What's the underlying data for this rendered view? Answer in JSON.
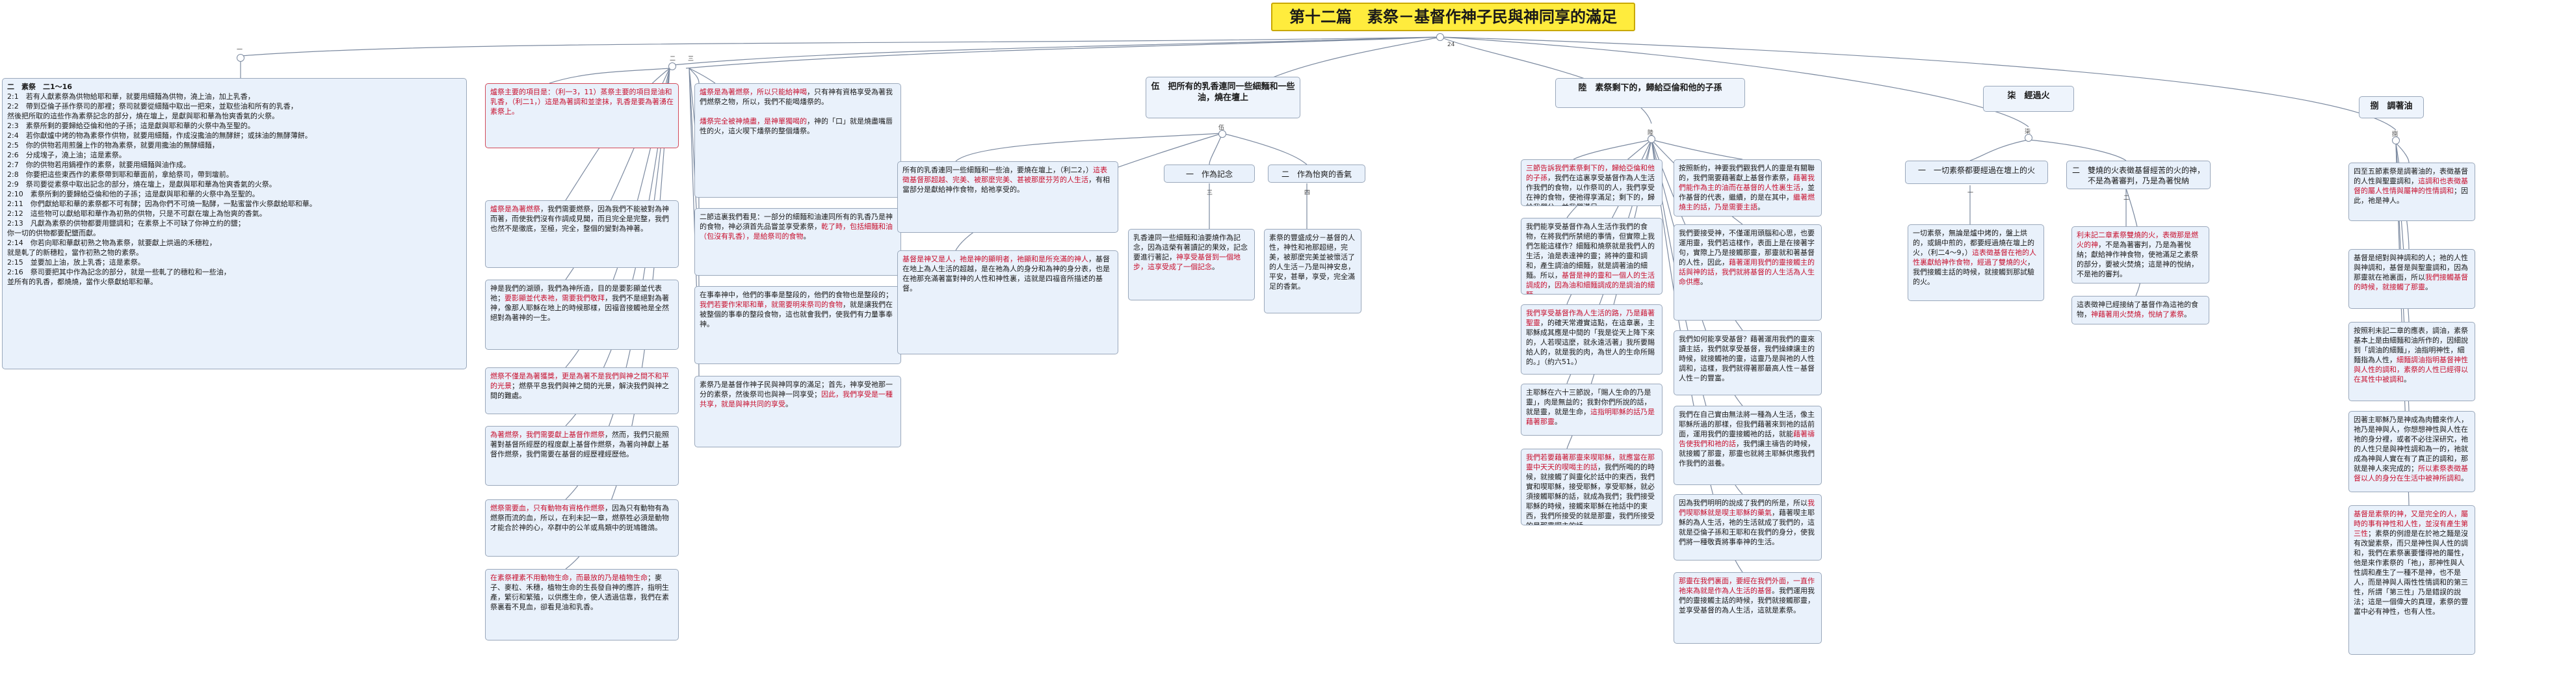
{
  "root": {
    "title": "第十二篇　素祭－基督作神子民與神同享的滿足（二）"
  },
  "badge": "24",
  "b1": {
    "label": "一",
    "lines": [
      "二　素祭　二1～16",
      "2:1　若有人獻素祭為供物給耶和華，就要用細麵為供物，澆上油，加上乳香，",
      "2:2　帶到亞倫子孫作祭司的那裡；祭司就要從細麵中取出一把來，並取些油和所有的乳香，",
      "然後把所取的這些作為素祭記念的部分，燒在壇上，是獻與耶和華為怡爽香氣的火祭。",
      "2:3　素祭所剩的要歸給亞倫和他的子孫；這是獻與耶和華的火祭中為至聖的。",
      "2:4　若你獻爐中烤的物為素祭作供物，就要用細麵，作成沒攙油的無酵餅；或抹油的無酵薄餅。",
      "2:5　你的供物若用煎盤上作的物為素祭，就要用攙油的無酵細麵，",
      "2:6　分成塊子，澆上油；這是素祭。",
      "2:7　你的供物若用鍋裡作的素祭，就要用細麵與油作成。",
      "2:8　你要把這些東西作的素祭帶到耶和華面前，拿給祭司，帶到壇前。",
      "2:9　祭司要從素祭中取出記念的部分，燒在壇上，是獻與耶和華為怡爽香氣的火祭。",
      "2:10　素祭所剩的要歸給亞倫和他的子孫；這是獻與耶和華的火祭中為至聖的。",
      "2:11　你們獻給耶和華的素祭都不可有酵；因為你們不可燒一點酵，一點蜜當作火祭獻給耶和華。",
      "2:12　這些物可以獻給耶和華作為初熟的供物，只是不可獻在壇上為怡爽的香氣。",
      "2:13　凡獻為素祭的供物都要用鹽調和；在素祭上不可缺了你神立約的鹽；",
      "你一切的供物都要配鹽而獻。",
      "2:14　你若向耶和華獻初熟之物為素祭，就要獻上烘過的禾穗粒，",
      "就是軋了的新穗粒，當作初熟之物的素祭。",
      "2:15　並要加上油，放上乳香；這是素祭。",
      "2:16　祭司要把其中作為記念的部分，就是一些軋了的穗粒和一些油，",
      "並所有的乳香，都燒燒，當作火祭獻給耶和華。"
    ]
  },
  "b2": {
    "label": "二",
    "n1": {
      "pre": "",
      "red": "爐祭主要的項目是：（利一3，11）蒸祭主要的項目是油和乳香，（利二1，）這是為著調和並塗抹，乳香是要為著湧在素祭上。",
      "post": ""
    },
    "n2": {
      "pre": "",
      "red": "爐祭是為著燃祭",
      "post": "，我們需要燃祭，因為我們不能被對為神而著，而使我們沒有作調成見聞，而且完全是完整，我們也然不是徹底，至極，完全，整個的變對為神著。"
    },
    "n3": {
      "pre": "神是我們的湖頭，我們為神所造，目的是要影顯並代表祂；",
      "red": "要影顯並代表祂，需要我們敬拜",
      "post": "，我們不是絕對為著神，像那人耶穌在地上的時候那樣，因福音接觸祂是全然絕對為著神的一生。"
    },
    "n4": {
      "pre": "",
      "red": "燃祭不僅是為著獲獎，更是為著不是我們與神之間不和平的光景",
      "post": "；燃祭平息我們與神之間的光景，解決我們與神之間的難處。"
    },
    "n5": {
      "pre": "",
      "red": "為著燃祭，我們需要獻上基督作燃祭",
      "post": "，然而，我們只能照著對基督所經歷的程度獻上基督作燃祭，為著向神獻上基督作燃祭，我們需要在基督的經歷裡經歷他。"
    },
    "n6": {
      "pre": "",
      "red": "燃祭需要血，只有動物有資格作燃祭",
      "post": "，因為只有動物有為燃祭而流的血，所以，在利未記一章，燃祭牲必須是動物才能合於神的心，卒群中的公羊或鳥類中的斑鳩雛鴿。"
    },
    "n7": {
      "pre": "",
      "red": "在素祭裡素不用動物生命，而最放的乃是植物生命",
      "post": "；麥子、麥粒、禾穗，植物生命的生長發自神的應許，指明生產，繁衍和繁殖，以供應生命，使人透過信靠，我們在素祭裏看不見血，卻看見油和乳香。"
    }
  },
  "b3": {
    "label": "三",
    "n1": {
      "pre": "",
      "red": "爐祭是為著燃祭，所以只能給神喝",
      "post": "，只有神有資格享受為著我們燃祭之物，所以，我們不能喝燔祭的。"
    },
    "n2": {
      "pre": "",
      "red": "燔祭完全被神燒盡，是神單獨喝的",
      "post": "，神的「口」就是燒盡嘴唇性的火，這火喫下燔祭的整個燔祭。"
    },
    "n3": {
      "pre": "二節這裏我們看見：一部分的細麵和油連同所有的乳香乃是神的食物，神必須首先品嘗並享受素祭，",
      "red": "乾了時，包括細麵和油（包沒有乳香），是給祭司的食物",
      "post": "。"
    },
    "n4": {
      "pre": "在事奉神中，他們的事奉是整段的，他們的食物也是整段的；",
      "red": "我們若要作宋耶和華，就需要明來祭司的食物",
      "post": "，就是讓我們在被整個的事奉的整段食物，這也就會我們，使我們有力量事奉神。"
    },
    "n5": {
      "pre": "素祭乃是基督作神子民與神同享的滿足；首先，神享受祂那一分的素祭，然後祭司也與神一同享受；",
      "red": "因此，我們享受是一種共享，就是與神共同的享受",
      "post": "。"
    }
  },
  "b4": {
    "label": "伍",
    "topic": "伍　把所有的乳香連同一些細麵和一些油，燒在壇上",
    "n1": {
      "pre": "所有的乳香連同一些細麵和一些油，要燒在壇上，（利二2，）",
      "red": "這表徵基督那超越、完美、被那麼完美、甚被那麼芬芳的人生活",
      "post": "，有相當部分是獻給神作食物，給祂享受的。"
    },
    "n2": {
      "pre": "",
      "red": "基督是神又是人，祂是神的顯明者，祂顯和是所充滿的神人",
      "post": "，基督在地上為人生活的超越，是在祂為人的身分和為神的身分表，也是在祂那充滿著富對神的人性和神性裏，這就是四福音所描述的基督。"
    },
    "sub1": {
      "label": "一　作為記念",
      "badge": "三"
    },
    "sub2": {
      "label": "二　作為怡爽的香氣",
      "badge": "四"
    },
    "n3": {
      "pre": "乳香連同一些細麵和油要燒作為記念，因為這榮有著讀記的果效，記念要進行著記，",
      "red": "神享受基督到一個地步，這享受成了一個記念",
      "post": "。"
    },
    "n4": {
      "pre": "素祭的豐盛成分－基督的人性，神性和祂那超絕，完美，被那麼完美並被懷活了的人生活－乃是叫神安息，平安，甚舉，享受，完全滿足的香氣。"
    }
  },
  "b5": {
    "label": "陸",
    "topic": "陸　素祭剩下的，歸給亞倫和他的子孫",
    "n1": {
      "pre": "",
      "red": "三節告訴我們素祭剩下的，歸給亞倫和他的子孫",
      "post": "，我們在這裏享受基督作為人生活作我們的食物，以作祭司的人，我們享受在神的食物，使祂得享滿足；剩下的，歸給我們分，並我們滿足。"
    },
    "n2": {
      "pre": "我們能享受基督作為人生活作我們的食物，在將我們所禁絕的事情，但實際上我們怎能這樣作？細麵和燒祭就是我們人的生活，油是表達神的靈；將神的靈和調和，產生調油的細麵，就是調著油的細麵。所以，",
      "red": "基督是神的靈和一個人的生活調成的",
      "post": "，",
      "red2": "因為油和細麵調成的是調油的細麵",
      "post2": "。"
    },
    "n3": {
      "pre": "",
      "red": "我們享受基督作為人生活的路，乃是藉著聖靈",
      "post": "，的確天常遵實這點，在這章裏，主耶穌成其應是中間的「我是從天上降下來的，人若喫這麼，就永遠活著」我所要賜給人的，就是我的肉，為世人的生命所賜的。」（約六51。）"
    },
    "n4": {
      "pre": "主耶穌在六十三節說，「賜人生命的乃是靈」，肉是無益的；我對你們所說的話，就是靈，就是生命，",
      "red": "這指明耶穌的話乃是藉著那靈",
      "post": "。"
    },
    "n5": {
      "pre": "",
      "red": "我們若要藉著那靈來喫耶穌，就應當在那靈中天天的喫喝主的話",
      "post": "，我們所喝的的時候，就接觸了與靈化於話中的東西，我們實和喫耶穌，接受耶穌，享受耶穌，就必須接觸耶穌的話，就成為我們；我們接受耶穌的時候，接觸來耶穌在祂話中的東西，我們所接受的就是那靈，我們所接受的是那靈喫主的話。"
    },
    "n6": {
      "pre": "按照新約，神要我們觀我們人的靈是有關聯的，我們需要藉著獻上基督作素祭，",
      "red": "藉著我們能作為主的油而在基督的人性裏生活",
      "post": "，並作基督的代表，繼續，的是在其中，",
      "red2": "繼著燃燒主的話，乃是需要主語",
      "post2": "。"
    },
    "n7": {
      "pre": "我們要接受神，不僅運用頭腦和心思，也要運用靈，我們若這樣作，表面上是在接著字句，實際上乃是接觸那靈，那靈就和著基督的人性，因此，",
      "red": "藉著運用我們的靈接觸主的話與神的話，我們就將基督的人生活為人生命供應",
      "post": "。"
    },
    "n8": {
      "pre": "我們如何能享受基督？藉著運用我們的靈來讀主話，我們就享受基督，我們操練讓主的時候，就接觸祂的靈，這靈乃是與祂的人性調和，這樣，我們就得著那最高人性－基督人性－的豐富。"
    },
    "n9": {
      "pre": "我們在自己實由無法將一種為人生活，像主耶穌所過的那樣，但我們藉著來到祂的話前面，運用我們的靈接觸祂的話，就能",
      "red": "藉著禱告使我們和祂的話",
      "post": "，我們讓主禱告的時候，就接觸了那靈，那靈也就將主耶穌供應我們作我們的滋養。"
    },
    "n10": {
      "pre": "因為我們明明的說成了我們的所是，所以",
      "red": "我們喫耶穌就是喫主耶穌的藥氣",
      "post": "，藉著喫主耶穌的為人生活，祂的生活就成了我們的，這就是亞倫子孫和王耶和在我們的身分，使我們將一種敬責將事奉神的生活。"
    },
    "n11": {
      "pre": "",
      "red": "那靈在我們裏面，要經在我們外面，一直作祂來為就是作為人生活的基督",
      "post": "。我們運用我們的靈接觸主話的時候，我們就接觸那靈，並享受基督的為人生活，這就是素祭。"
    }
  },
  "b6": {
    "label": "柒",
    "topic": "柒　經過火",
    "sub1": {
      "label": "一　一切素祭都要經過在壇上的火",
      "badge": "一"
    },
    "sub2": {
      "label": "二　雙燒的火表徵基督經苦的火的神，不是為著審判，乃是為著悅納",
      "badge": "二"
    },
    "n1": {
      "pre": "一切素祭，無論是爐中烤的，盤上烘的，或鍋中煎的，都要經過燒在壇上的火，（利二4～9，）",
      "red": "這表徵基督在祂的人性裏獻給神作食物，經過了雙燒的火",
      "post": "，我們接觸主話的時候，就接觸到那試驗的火。"
    },
    "n2": {
      "pre": "",
      "red": "利未記二章素祭雙燒的火，表徵那是燃火的神",
      "post": "，不是為著審判，乃是為著悅納；獻給神作神食物，使祂滿足之素祭的部分，要被火焚燒；這是神的悅納，不是祂的審判。"
    },
    "n3": {
      "pre": "這表徵神已經接納了基督作為這祂的食物，",
      "red": "神藉著用火焚燒，悅納了素祭",
      "post": "。"
    }
  },
  "b7": {
    "label": "捌",
    "topic": "捌　調著油",
    "n1": {
      "pre": "四至五節素祭是調著油的，表徵基督的人性與聖靈調和，",
      "red": "這調和也表徵基督的屬人性情與屬神的性情調和",
      "post": "；因此，祂是神人。"
    },
    "n2": {
      "pre": "基督是絕對與神調和的人；祂的人性與神調和，基督是與聖靈調和，因為那靈就在祂裏面，所以",
      "red": "我們接觸基督的時候，就接觸了那靈",
      "post": "。"
    },
    "n3": {
      "pre": "按照利未記二章的應表，調油，素祭基本上是由細麵和油所作的，因細說到「調油的細麵」，油指明神性，細麵指為人性，",
      "red": "細麵調油指明基督神性與人性的調和，素祭的人性已經得以在其性中被調和",
      "post": "。"
    },
    "n4": {
      "pre": "因著主耶穌乃是神成為肉體來作人，祂乃是神與人，你想想神性與人性在祂的身分裡，或者不必往深研究，祂的人性只是與神性調和為一的，祂就成為神與人實在有了真正的調和，那就是神人來完成的；",
      "red": "所以素祭表徵基督以人的身分在生活中被神所調和",
      "post": "。"
    },
    "n5": {
      "pre": "",
      "red": "基督是素祭的神，又是完全的人，屬時的事有神性和人性，並沒有產生第三性",
      "post": "；素祭的例證是在於祂之麵是沒有改變素祭，而只是神性與人性的調和，我們在素祭裏要懂得祂的屬性，他是來作素祭的「祂」，那神性與人性調和產生了一種不是神，也不是人，而是神與人兩性性情調和的第三性，所謂「第三性」乃是錯誤的說法；這是一個偉大的真理，素祭的豐富中必有神性，也有人性。"
    }
  }
}
